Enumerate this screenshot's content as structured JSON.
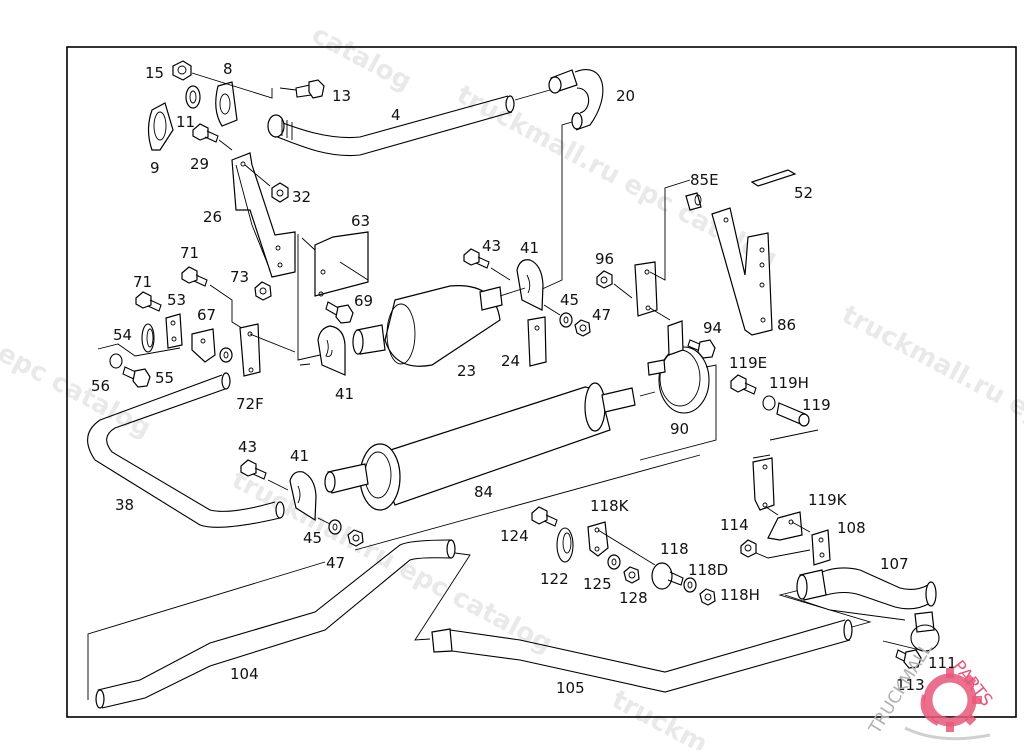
{
  "diagram": {
    "title": "Exhaust system exploded parts diagram",
    "watermark_text": "truckmall.ru epc catalog",
    "watermarks": [
      "catalog",
      "truckmall.ru epc catalog",
      "truckmall.ru epc catalog",
      "truckmall.ru e",
      "l epc catalog",
      "truckmall.ru epc catalog",
      "truckmall.ru epc catalog",
      "truckm"
    ],
    "logo": {
      "text_gray": "TRUCKMALL",
      "text_pink": "PARTS",
      "accent_color": "#e8577a",
      "gray_color": "#b0b0b0"
    },
    "colors": {
      "line": "#000000",
      "background": "#ffffff",
      "watermark": "#d8d8d8"
    },
    "parts": [
      {
        "id": "15",
        "label": "15"
      },
      {
        "id": "8",
        "label": "8"
      },
      {
        "id": "13",
        "label": "13"
      },
      {
        "id": "4",
        "label": "4"
      },
      {
        "id": "20",
        "label": "20"
      },
      {
        "id": "11",
        "label": "11"
      },
      {
        "id": "9",
        "label": "9"
      },
      {
        "id": "29",
        "label": "29"
      },
      {
        "id": "32",
        "label": "32"
      },
      {
        "id": "26",
        "label": "26"
      },
      {
        "id": "63",
        "label": "63"
      },
      {
        "id": "71a",
        "label": "71"
      },
      {
        "id": "71b",
        "label": "71"
      },
      {
        "id": "73",
        "label": "73"
      },
      {
        "id": "53",
        "label": "53"
      },
      {
        "id": "67",
        "label": "67"
      },
      {
        "id": "69",
        "label": "69"
      },
      {
        "id": "54",
        "label": "54"
      },
      {
        "id": "56",
        "label": "56"
      },
      {
        "id": "55",
        "label": "55"
      },
      {
        "id": "72F",
        "label": "72F"
      },
      {
        "id": "41a",
        "label": "41"
      },
      {
        "id": "23",
        "label": "23"
      },
      {
        "id": "43a",
        "label": "43"
      },
      {
        "id": "41b",
        "label": "41"
      },
      {
        "id": "45a",
        "label": "45"
      },
      {
        "id": "47a",
        "label": "47"
      },
      {
        "id": "24",
        "label": "24"
      },
      {
        "id": "96",
        "label": "96"
      },
      {
        "id": "85E",
        "label": "85E"
      },
      {
        "id": "52",
        "label": "52"
      },
      {
        "id": "86",
        "label": "86"
      },
      {
        "id": "94",
        "label": "94"
      },
      {
        "id": "119E",
        "label": "119E"
      },
      {
        "id": "119H",
        "label": "119H"
      },
      {
        "id": "119",
        "label": "119"
      },
      {
        "id": "90",
        "label": "90"
      },
      {
        "id": "38",
        "label": "38"
      },
      {
        "id": "43b",
        "label": "43"
      },
      {
        "id": "41c",
        "label": "41"
      },
      {
        "id": "84",
        "label": "84"
      },
      {
        "id": "45b",
        "label": "45"
      },
      {
        "id": "47b",
        "label": "47"
      },
      {
        "id": "118K",
        "label": "118K"
      },
      {
        "id": "119K",
        "label": "119K"
      },
      {
        "id": "124",
        "label": "124"
      },
      {
        "id": "114",
        "label": "114"
      },
      {
        "id": "108",
        "label": "108"
      },
      {
        "id": "118",
        "label": "118"
      },
      {
        "id": "122",
        "label": "122"
      },
      {
        "id": "125",
        "label": "125"
      },
      {
        "id": "128",
        "label": "128"
      },
      {
        "id": "118D",
        "label": "118D"
      },
      {
        "id": "118H",
        "label": "118H"
      },
      {
        "id": "107",
        "label": "107"
      },
      {
        "id": "104",
        "label": "104"
      },
      {
        "id": "105",
        "label": "105"
      },
      {
        "id": "111",
        "label": "111"
      },
      {
        "id": "113",
        "label": "113"
      }
    ]
  }
}
